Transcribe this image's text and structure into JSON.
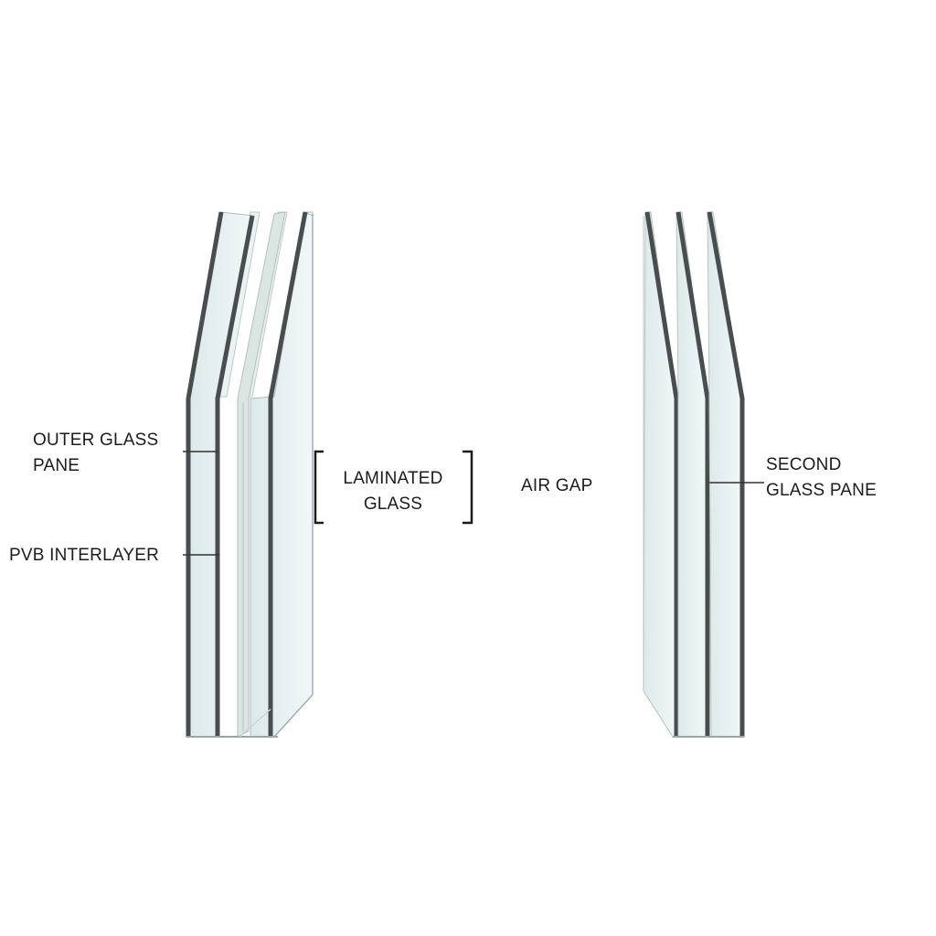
{
  "labels": {
    "outer_glass_pane": "OUTER GLASS\nPANE",
    "pvb_interlayer": "PVB INTERLAYER",
    "laminated_glass": "LAMINATED\nGLASS",
    "air_gap": "AIR GAP",
    "second_glass_pane": "SECOND\nGLASS PANE"
  },
  "colors": {
    "glass_edge": "#4a4d4f",
    "glass_face": "#e9f2f2",
    "glass_face_light": "#f3f8f8",
    "interlayer": "#dfe8e6",
    "leader_line": "#333333",
    "text": "#1c1c1c"
  }
}
